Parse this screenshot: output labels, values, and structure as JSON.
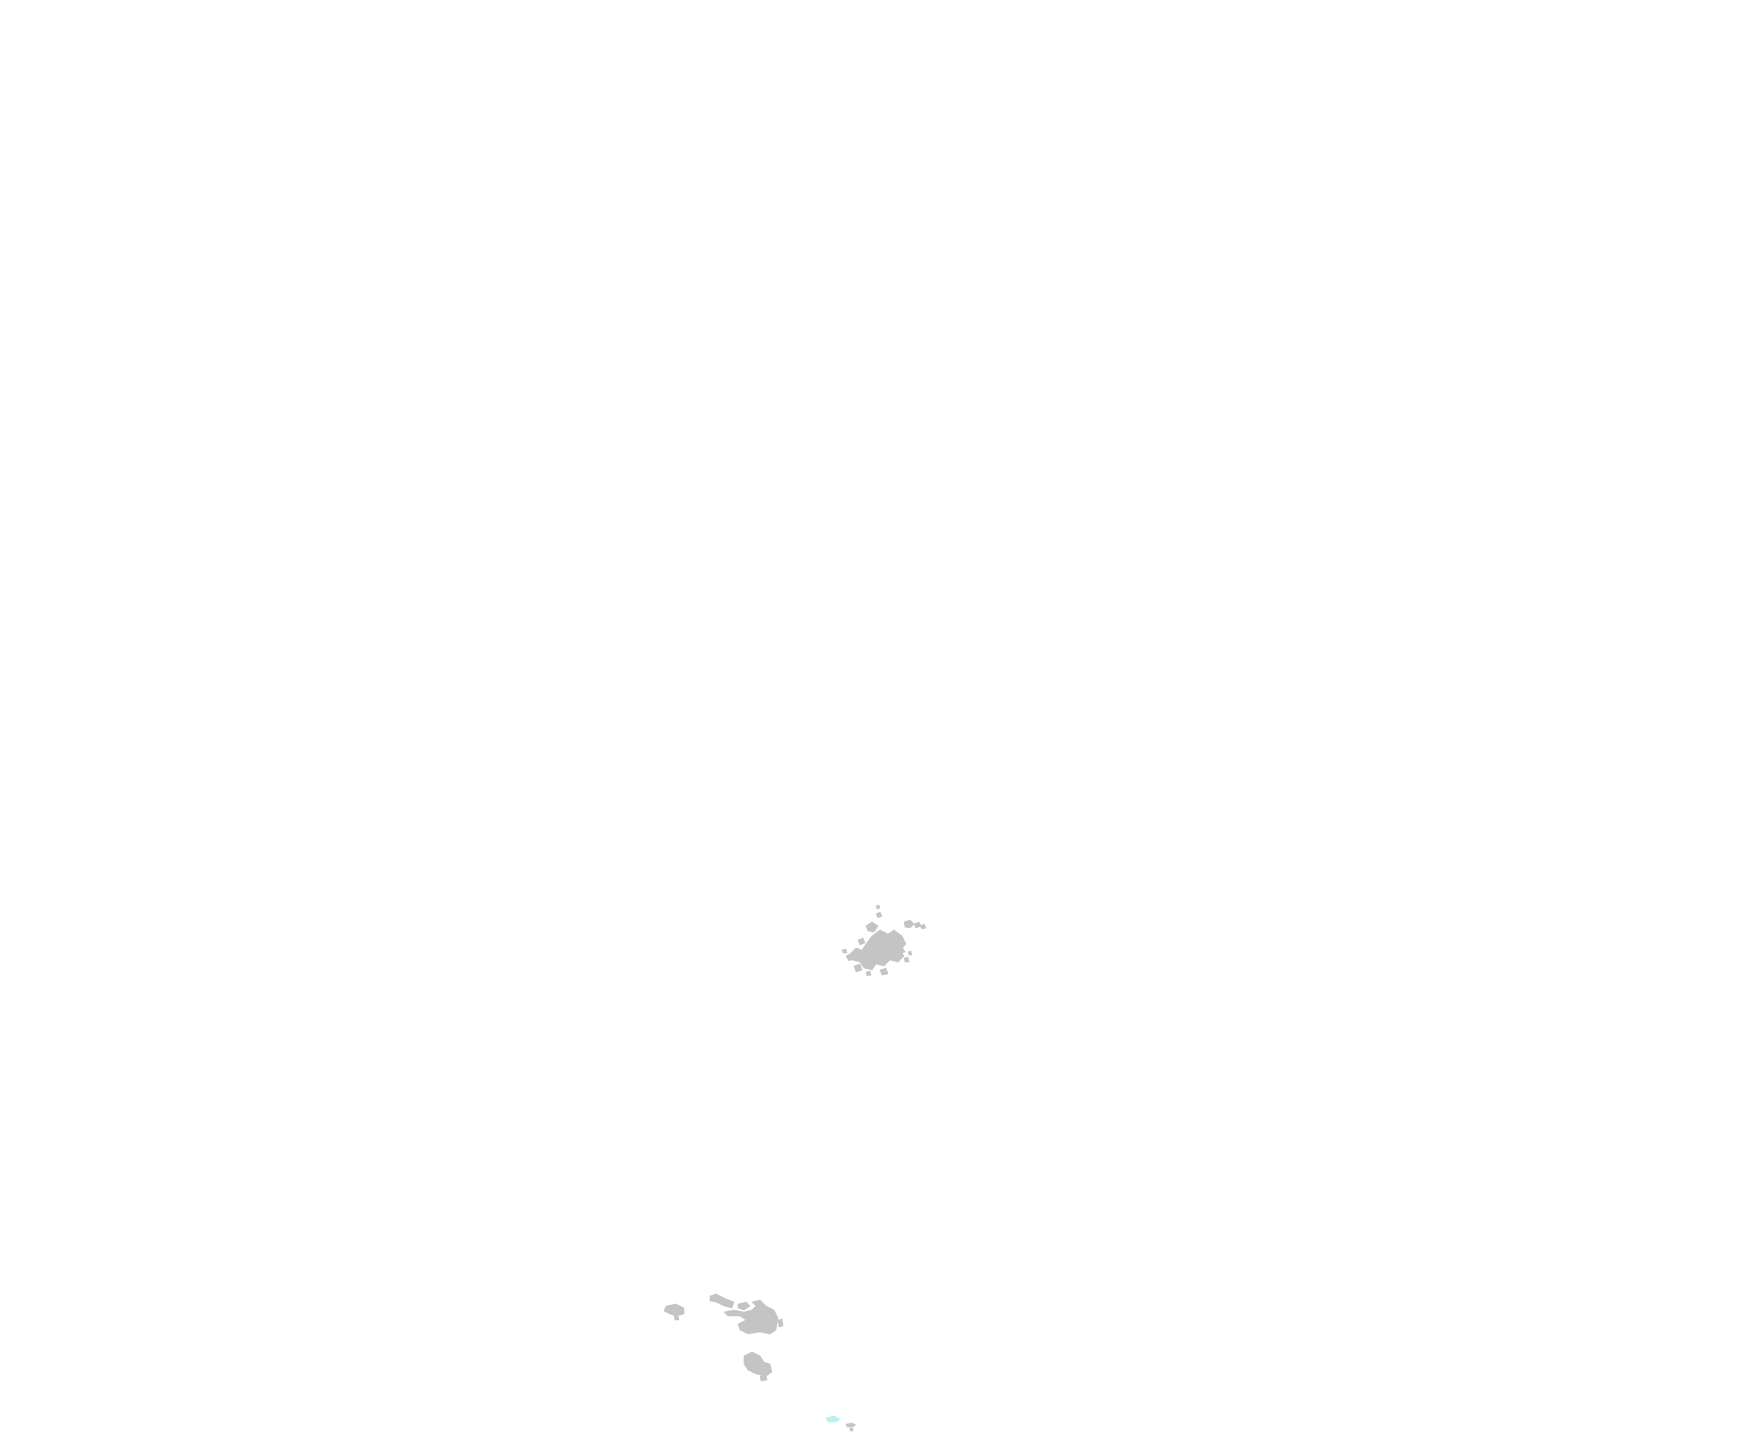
{
  "map": {
    "background_color": "#ffffff",
    "land_color": "#c4c4c4",
    "highlight_color": "#b8f2ec",
    "features": [
      {
        "name": "island-cluster-central",
        "kind": "land"
      },
      {
        "name": "island-small-west",
        "kind": "land"
      },
      {
        "name": "island-chain-southeast",
        "kind": "land"
      },
      {
        "name": "island-south",
        "kind": "land"
      },
      {
        "name": "islet-highlighted",
        "kind": "highlight"
      },
      {
        "name": "islet-tiny",
        "kind": "land"
      }
    ]
  }
}
